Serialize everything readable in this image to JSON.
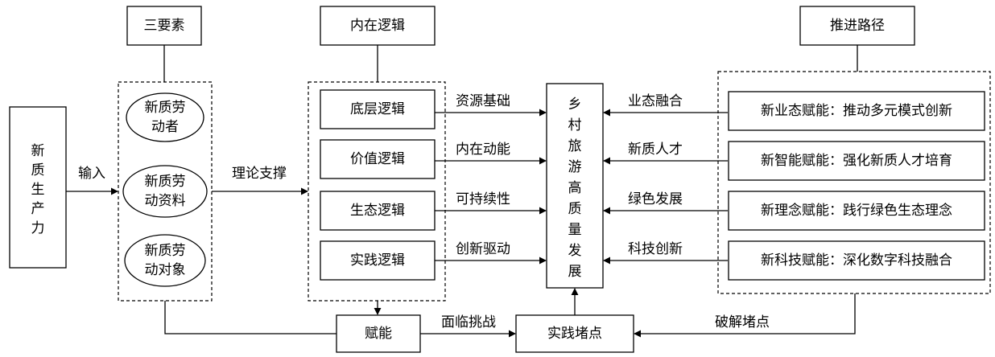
{
  "headers": {
    "three_elements": "三要素",
    "inner_logic": "内在逻辑",
    "paths": "推进路径"
  },
  "productivity": [
    "新",
    "质",
    "生",
    "产",
    "力"
  ],
  "input_label": "输入",
  "elements": [
    [
      "新质劳",
      "动者"
    ],
    [
      "新质劳",
      "动资料"
    ],
    [
      "新质劳",
      "动对象"
    ]
  ],
  "theory_label": "理论支撑",
  "logics": [
    {
      "name": "底层逻辑",
      "edge": "资源基础"
    },
    {
      "name": "价值逻辑",
      "edge": "内在动能"
    },
    {
      "name": "生态逻辑",
      "edge": "可持续性"
    },
    {
      "name": "实践逻辑",
      "edge": "创新驱动"
    }
  ],
  "center_chars": [
    "乡",
    "村",
    "旅",
    "游",
    "高",
    "质",
    "量",
    "发",
    "展"
  ],
  "paths": [
    {
      "edge": "业态融合",
      "name": "新业态赋能：推动多元模式创新"
    },
    {
      "edge": "新质人才",
      "name": "新智能赋能：强化新质人才培育"
    },
    {
      "edge": "绿色发展",
      "name": "新理念赋能：践行绿色生态理念"
    },
    {
      "edge": "科技创新",
      "name": "新科技赋能：深化数字科技融合"
    }
  ],
  "bottom": {
    "empower": "赋能",
    "challenge_label": "面临挑战",
    "block": "实践堵点",
    "crack_label": "破解堵点"
  }
}
